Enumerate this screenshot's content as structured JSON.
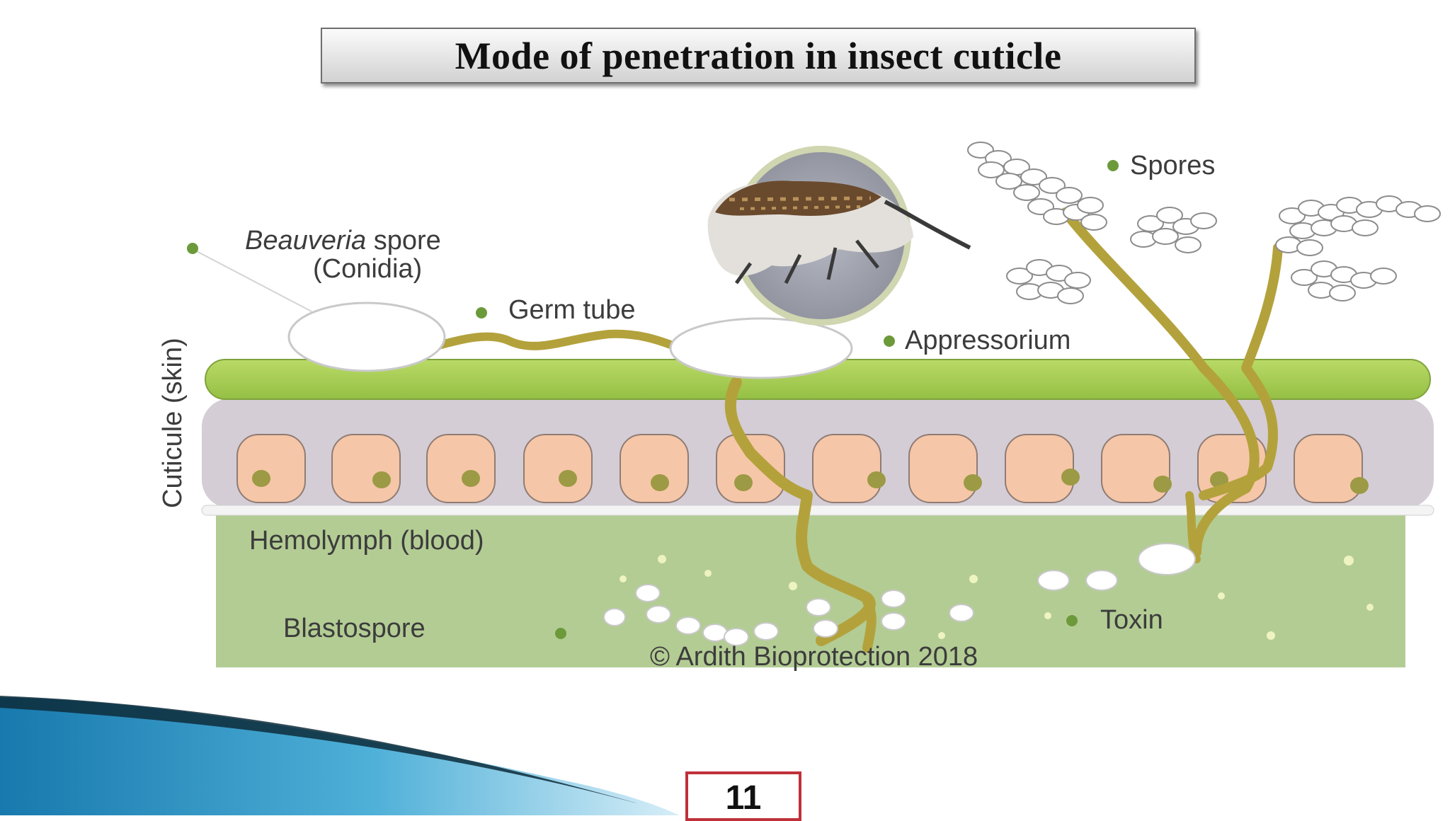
{
  "slide": {
    "title": "Mode of penetration in insect cuticle",
    "page_number": "11"
  },
  "diagram": {
    "labels": {
      "spore_species": "Beauveria",
      "spore_word": "spore",
      "conidia": "(Conidia)",
      "germ_tube": "Germ tube",
      "appressorium": "Appressorium",
      "spores": "Spores",
      "cuticle": "Cuticule (skin)",
      "hemolymph": "Hemolymph (blood)",
      "blastospore": "Blastospore",
      "toxin": "Toxin",
      "copyright": "© Ardith Bioprotection 2018"
    },
    "colors": {
      "cuticle_green": "#a7cc55",
      "epidermis_cell": "#f6c6a8",
      "epidermis_bg": "#d4cdd6",
      "hemolymph": "#b3cc94",
      "hypha": "#b3a23c",
      "label_dot": "#6c9a3b",
      "accent_blue": "#1a7fb0"
    }
  }
}
